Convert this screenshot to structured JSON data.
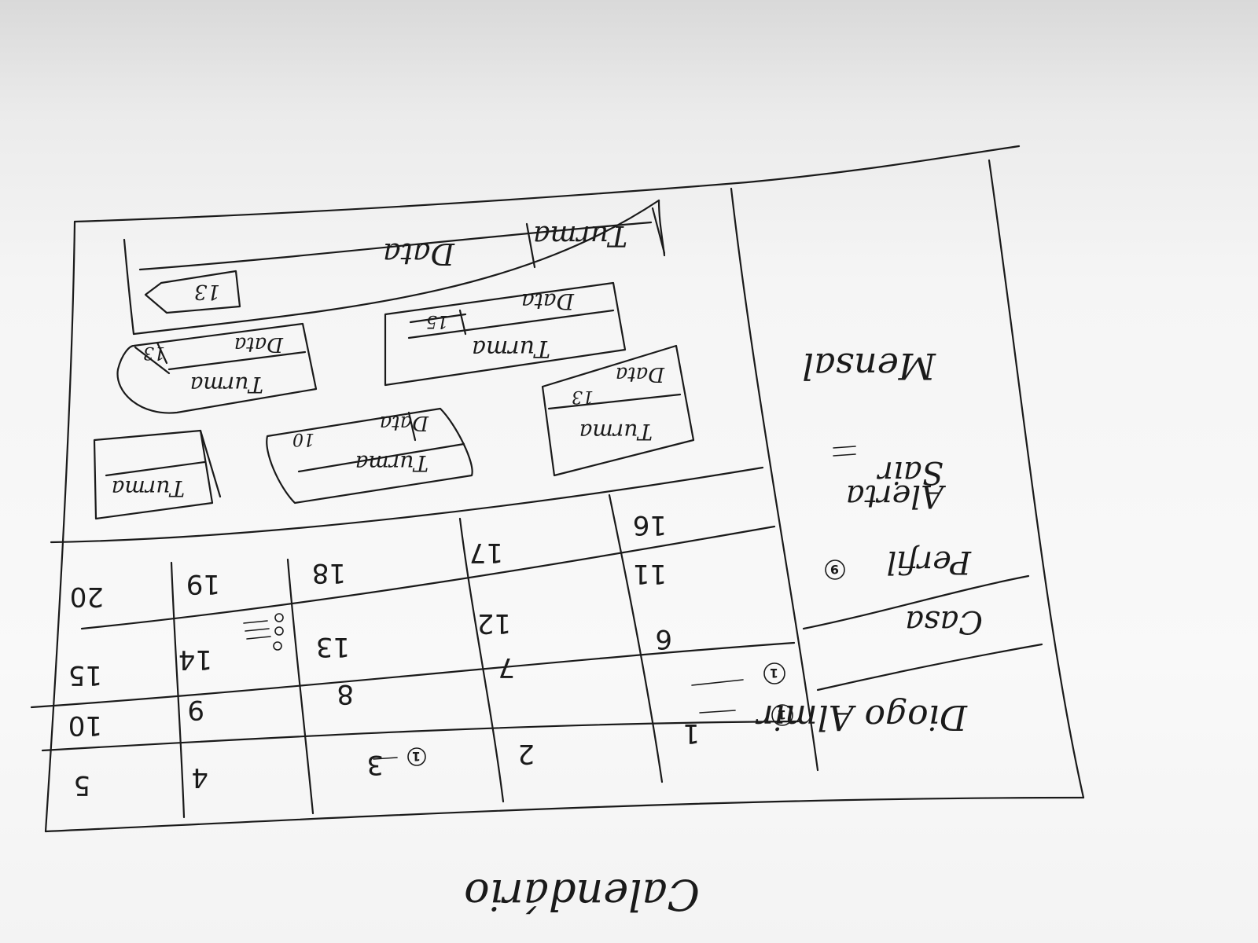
{
  "footer": {
    "title": "Calendário"
  },
  "sidebar": {
    "user_name": "Diogo Almir",
    "items": [
      {
        "label": "Casa"
      },
      {
        "label": "Perfil",
        "badge": "9"
      },
      {
        "label": "Sair"
      },
      {
        "label": "Alerta"
      },
      {
        "label": "Mensal"
      }
    ]
  },
  "notifications": {
    "badge": "1",
    "items": [
      "1",
      "1"
    ]
  },
  "calendar": {
    "rows": [
      [
        "1",
        "2",
        "3",
        "4",
        "5"
      ],
      [
        "6",
        "7",
        "8",
        "9",
        "10"
      ],
      [
        "11",
        "12",
        "13",
        "14",
        "15"
      ],
      [
        "16",
        "17",
        "18",
        "19",
        "20"
      ]
    ],
    "event_badge": "1"
  },
  "events": {
    "top_bar": {
      "left_label": "Turma",
      "middle_label": "Data",
      "badge": "13"
    },
    "cards": [
      {
        "title": "Turma",
        "subtitle": "Data",
        "badge": "15"
      },
      {
        "title": "Turma",
        "subtitle": "Data",
        "badge": "13"
      },
      {
        "title": "Turma",
        "subtitle": "Data",
        "badge": "13"
      },
      {
        "title": "Turma",
        "subtitle": "Data",
        "badge": "10"
      },
      {
        "title": "Turma",
        "subtitle": "",
        "badge": ""
      }
    ]
  }
}
